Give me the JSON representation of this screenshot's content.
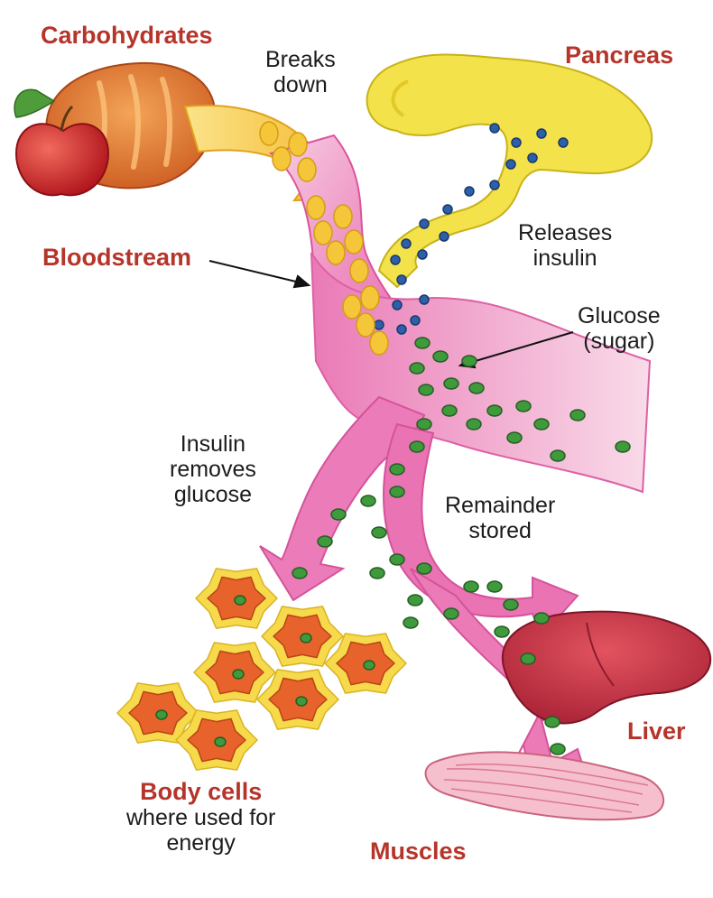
{
  "labels": {
    "carbohydrates": "Carbohydrates",
    "pancreas": "Pancreas",
    "breaks_down": [
      "Breaks",
      "down"
    ],
    "bloodstream": "Bloodstream",
    "releases_insulin": [
      "Releases",
      "insulin"
    ],
    "glucose": [
      "Glucose",
      "(sugar)"
    ],
    "insulin_removes": [
      "Insulin",
      "removes",
      "glucose"
    ],
    "remainder_stored": [
      "Remainder",
      "stored"
    ],
    "body_cells": "Body cells",
    "body_cells_sub": [
      "where used for",
      "energy"
    ],
    "liver": "Liver",
    "muscles": "Muscles"
  },
  "colors": {
    "title_text": "#b5352b",
    "note_text": "#1c1c1c",
    "bloodstream": "#e86fb0",
    "bloodstream_light": "#f6c6de",
    "glucose": "#3f9a3c",
    "insulin": "#2e5fa8",
    "pancreas": "#f4e24a",
    "carb_stream": "#f5c63a",
    "bread": "#e07a2e",
    "apple": "#d8242a",
    "liver": "#c9283e",
    "muscle": "#f0a0b4",
    "cell_outer": "#f7d94c",
    "cell_inner": "#e8632b"
  },
  "icons": [
    "bread-icon",
    "apple-icon",
    "pancreas-icon",
    "liver-icon",
    "muscle-icon",
    "body-cell-icon",
    "glucose-molecule-icon",
    "insulin-molecule-icon"
  ]
}
